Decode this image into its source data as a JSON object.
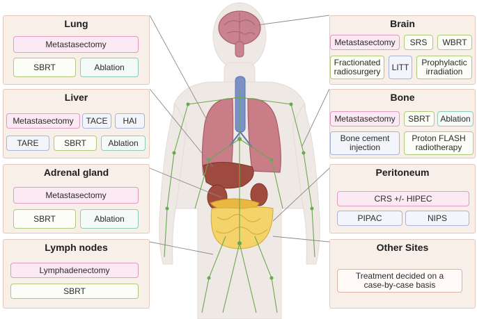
{
  "colors": {
    "panel_fill": "#f8efe9",
    "panel_border": "#e4c8bc",
    "metastasectomy": "#e29ac0",
    "sbrt": "#aec97d",
    "ablation": "#90cab8",
    "catheter": "#a9b3d6",
    "lymph": "#6aa84f"
  },
  "panels": {
    "lung": {
      "title": "Lung",
      "items": [
        "Metastasectomy",
        "SBRT",
        "Ablation"
      ]
    },
    "liver": {
      "title": "Liver",
      "items": [
        "Metastasectomy",
        "TACE",
        "HAI",
        "TARE",
        "SBRT",
        "Ablation"
      ]
    },
    "adrenal": {
      "title": "Adrenal gland",
      "items": [
        "Metastasectomy",
        "SBRT",
        "Ablation"
      ]
    },
    "lymph": {
      "title": "Lymph nodes",
      "items": [
        "Lymphadenectomy",
        "SBRT"
      ]
    },
    "brain": {
      "title": "Brain",
      "items": [
        "Metastasectomy",
        "SRS",
        "WBRT",
        "Fractionated\nradiosurgery",
        "LITT",
        "Prophylactic\nirradiation"
      ]
    },
    "bone": {
      "title": "Bone",
      "items": [
        "Metastasectomy",
        "SBRT",
        "Ablation",
        "Bone cement\ninjection",
        "Proton FLASH\nradiotherapy"
      ]
    },
    "peritoneum": {
      "title": "Peritoneum",
      "items": [
        "CRS +/- HIPEC",
        "PIPAC",
        "NIPS"
      ]
    },
    "other": {
      "title": "Other Sites",
      "items": [
        "Treatment decided on a\ncase-by-case basis"
      ]
    }
  }
}
